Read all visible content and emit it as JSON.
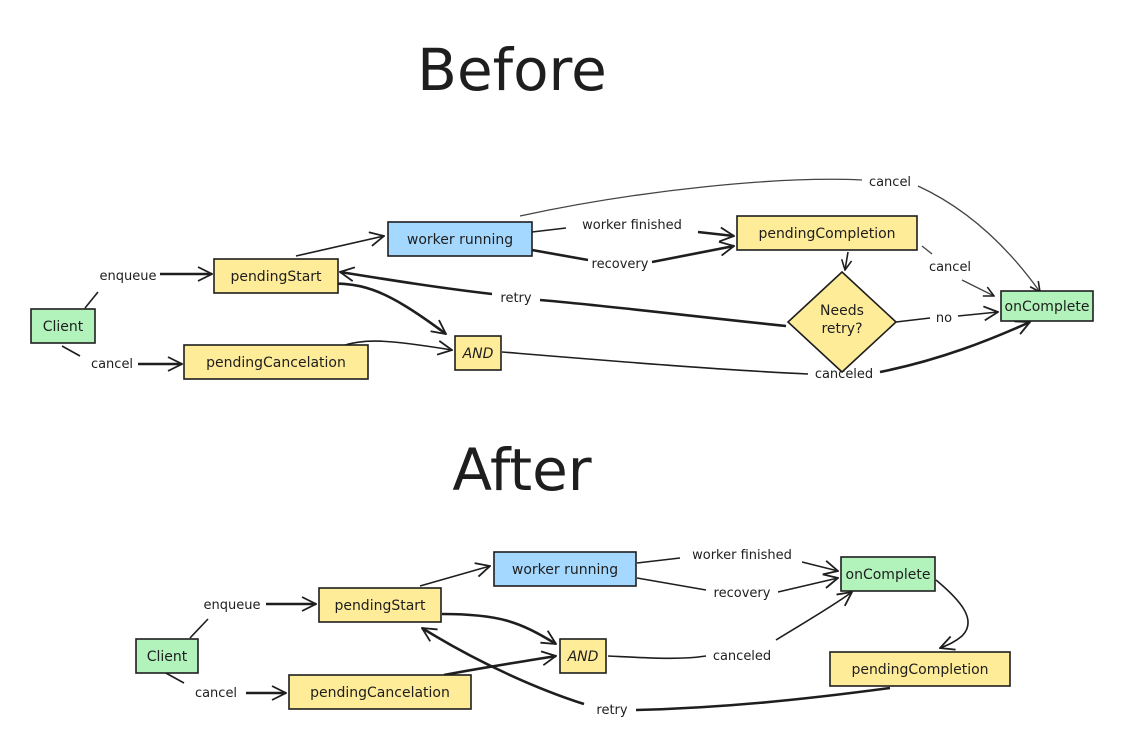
{
  "colors": {
    "state_yellow": "#ffec99",
    "worker_blue": "#a5d8ff",
    "terminal_green": "#b2f2bb",
    "stroke": "#1e1e1e"
  },
  "before": {
    "title": "Before",
    "nodes": {
      "client": "Client",
      "pending_start": "pendingStart",
      "pending_cancelation": "pendingCancelation",
      "worker_running": "worker running",
      "and": "AND",
      "pending_completion": "pendingCompletion",
      "needs_retry_line1": "Needs",
      "needs_retry_line2": "retry?",
      "on_complete": "onComplete"
    },
    "edges": {
      "enqueue": "enqueue",
      "cancel_client": "cancel",
      "worker_finished": "worker finished",
      "recovery": "recovery",
      "cancel_top": "cancel",
      "cancel_pending_completion": "cancel",
      "retry": "retry",
      "no": "no",
      "canceled": "canceled"
    }
  },
  "after": {
    "title": "After",
    "nodes": {
      "client": "Client",
      "pending_start": "pendingStart",
      "pending_cancelation": "pendingCancelation",
      "worker_running": "worker running",
      "and": "AND",
      "on_complete": "onComplete",
      "pending_completion": "pendingCompletion"
    },
    "edges": {
      "enqueue": "enqueue",
      "cancel_client": "cancel",
      "worker_finished": "worker finished",
      "recovery": "recovery",
      "canceled": "canceled",
      "retry": "retry"
    }
  }
}
